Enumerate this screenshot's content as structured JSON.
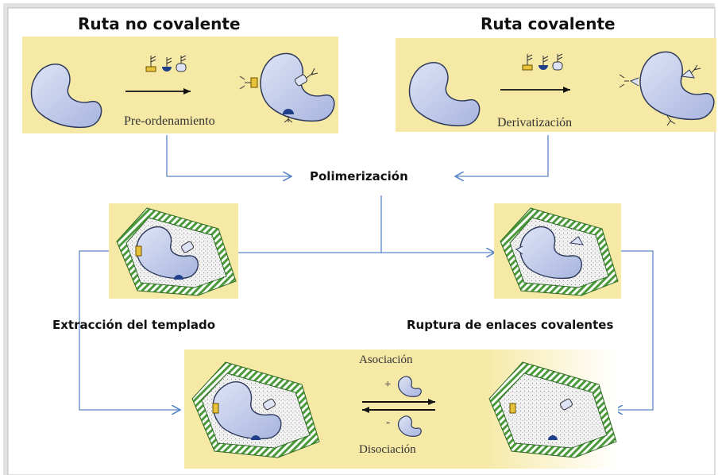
{
  "labels": {
    "ruta_no_covalente": "Ruta no covalente",
    "ruta_covalente": "Ruta covalente",
    "pre_ordenamiento": "Pre-ordenamiento",
    "derivatizacion": "Derivatización",
    "polimerizacion": "Polimerización",
    "extraccion": "Extracción del templado",
    "ruptura": "Ruptura de enlaces covalentes",
    "asociacion": "Asociación",
    "disociacion": "Disociación",
    "plus": "+",
    "minus": "-"
  },
  "colors": {
    "panel": "#f6e9a6",
    "panel_light": "#f8efbf",
    "arrow": "#5b86c8",
    "template_fill": "#c3cbe9",
    "template_stroke": "#2d3a5c",
    "polymer_hatch": "#4a9a3a",
    "monomer_yellow": "#e8c23a",
    "monomer_blue": "#1f3f8a",
    "frame_shadow": "#c8c8c8"
  }
}
